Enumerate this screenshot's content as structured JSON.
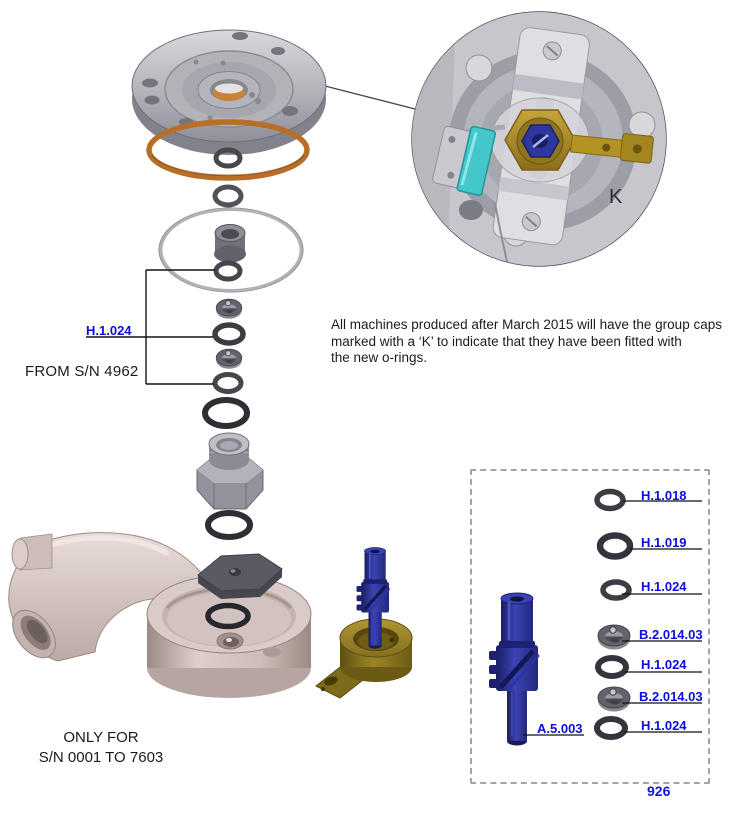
{
  "note": {
    "lines": [
      "All machines produced after March 2015 will have the group caps",
      "marked with a ‘K’ to indicate that they have been fitted with",
      "the new o-rings."
    ]
  },
  "callouts": {
    "main_oring_label": "H.1.024",
    "serial_from": "FROM S/N 4962",
    "only_for_line1": "ONLY FOR",
    "only_for_line2": "S/N 0001 TO 7603",
    "inset_marking": "K"
  },
  "parts_box": {
    "valve_label": "A.5.003",
    "items": [
      {
        "label": "H.1.018",
        "part": "o-ring-small"
      },
      {
        "label": "H.1.019",
        "part": "o-ring-medium"
      },
      {
        "label": "H.1.024",
        "part": "o-ring"
      },
      {
        "label": "B.2.014.03",
        "part": "washer-nut"
      },
      {
        "label": "H.1.024",
        "part": "o-ring"
      },
      {
        "label": "B.2.014.03",
        "part": "washer-nut"
      },
      {
        "label": "H.1.024",
        "part": "o-ring"
      }
    ]
  },
  "page_number": "926",
  "colors": {
    "link_blue": "#0d0ddd",
    "orange_oring": "#b96e28",
    "valve_blue": "#2b2f9b",
    "brass": "#97801f",
    "teal_sensor": "#44c7ca",
    "text_dark": "#1b1b1b"
  }
}
